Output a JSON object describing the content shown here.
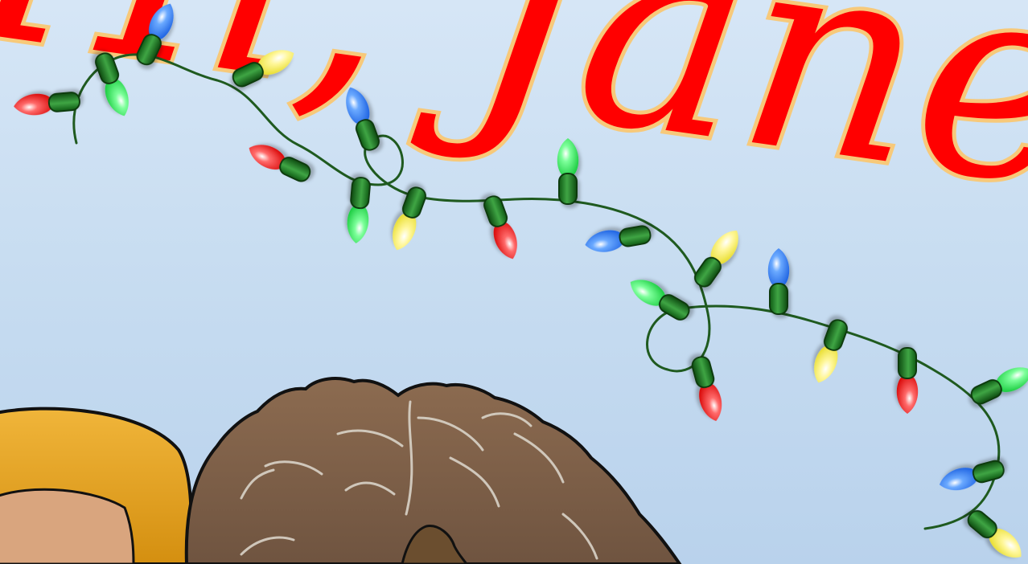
{
  "title_text": "Hi, Jane",
  "colors": {
    "sky_top": "#d6e6f6",
    "sky_bottom": "#b9d2ec",
    "title_red": "#ff0000",
    "title_outline": "#f7c97a",
    "wire": "#1f5a1f",
    "socket": "#1e7a22",
    "hair_blonde": "#e3a11a",
    "skin": "#d9a57e",
    "hair_brown": "#8a6a4f"
  },
  "lights": [
    {
      "color": "red"
    },
    {
      "color": "green"
    },
    {
      "color": "blue"
    },
    {
      "color": "yellow"
    },
    {
      "color": "red"
    },
    {
      "color": "blue"
    },
    {
      "color": "green"
    },
    {
      "color": "yellow"
    },
    {
      "color": "red"
    },
    {
      "color": "green"
    },
    {
      "color": "blue"
    },
    {
      "color": "yellow"
    },
    {
      "color": "green"
    },
    {
      "color": "blue"
    },
    {
      "color": "red"
    },
    {
      "color": "yellow"
    },
    {
      "color": "red"
    },
    {
      "color": "green"
    },
    {
      "color": "blue"
    },
    {
      "color": "yellow"
    }
  ]
}
